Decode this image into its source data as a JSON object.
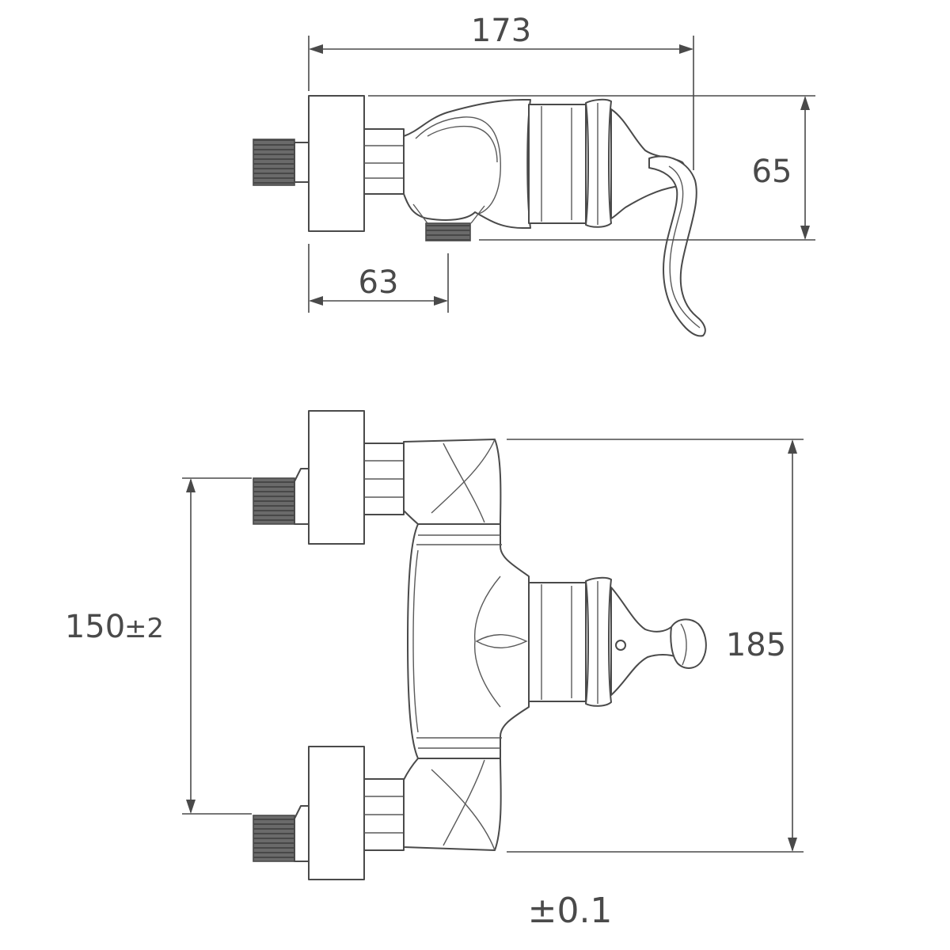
{
  "dimensions": {
    "top_width": "173",
    "top_height": "65",
    "top_outlet_offset": "63",
    "front_inlet_spacing": "150",
    "front_inlet_tolerance": "±2",
    "front_height": "185",
    "general_tolerance": "±0.1"
  },
  "colors": {
    "line": "#4a4a4a",
    "thread_fill": "#5a5a5a",
    "background": "#ffffff"
  }
}
